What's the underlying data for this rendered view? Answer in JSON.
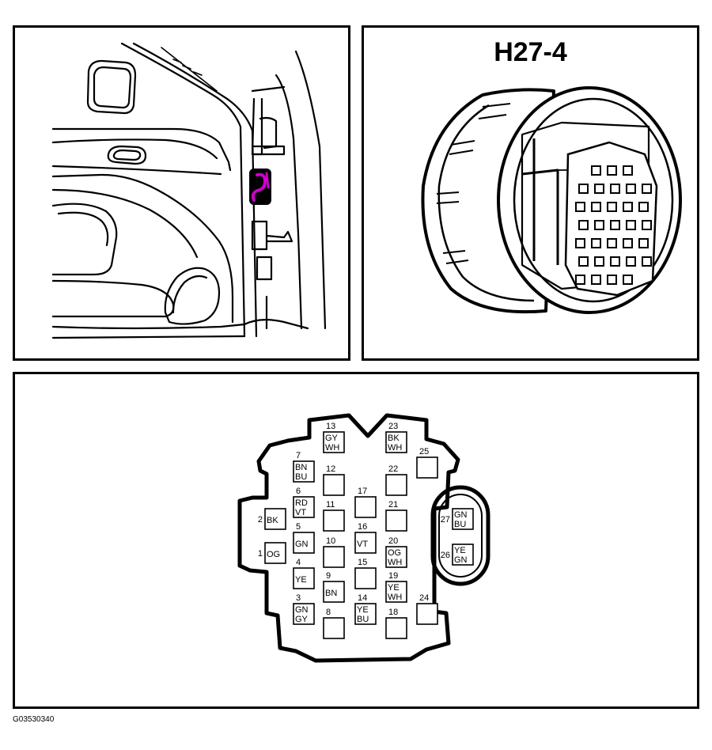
{
  "connector": {
    "title": "H27-4"
  },
  "figure_id": "G03530340",
  "colors": {
    "highlight": "#cc00cc",
    "line": "#000000"
  },
  "pins": [
    {
      "num": "1",
      "wire": [
        "OG"
      ]
    },
    {
      "num": "2",
      "wire": [
        "BK"
      ]
    },
    {
      "num": "3",
      "wire": [
        "GN",
        "GY"
      ]
    },
    {
      "num": "4",
      "wire": [
        "YE"
      ]
    },
    {
      "num": "5",
      "wire": [
        "GN"
      ]
    },
    {
      "num": "6",
      "wire": [
        "RD",
        "VT"
      ]
    },
    {
      "num": "7",
      "wire": [
        "BN",
        "BU"
      ]
    },
    {
      "num": "8",
      "wire": []
    },
    {
      "num": "9",
      "wire": [
        "BN"
      ]
    },
    {
      "num": "10",
      "wire": []
    },
    {
      "num": "11",
      "wire": []
    },
    {
      "num": "12",
      "wire": []
    },
    {
      "num": "13",
      "wire": [
        "GY",
        "WH"
      ]
    },
    {
      "num": "14",
      "wire": [
        "YE",
        "BU"
      ]
    },
    {
      "num": "15",
      "wire": []
    },
    {
      "num": "16",
      "wire": [
        "VT"
      ]
    },
    {
      "num": "17",
      "wire": []
    },
    {
      "num": "18",
      "wire": []
    },
    {
      "num": "19",
      "wire": [
        "YE",
        "WH"
      ]
    },
    {
      "num": "20",
      "wire": [
        "OG",
        "WH"
      ]
    },
    {
      "num": "21",
      "wire": []
    },
    {
      "num": "22",
      "wire": []
    },
    {
      "num": "23",
      "wire": [
        "BK",
        "WH"
      ]
    },
    {
      "num": "24",
      "wire": []
    },
    {
      "num": "25",
      "wire": []
    },
    {
      "num": "26",
      "wire": [
        "YE",
        "GN"
      ]
    },
    {
      "num": "27",
      "wire": [
        "GN",
        "BU"
      ]
    }
  ]
}
